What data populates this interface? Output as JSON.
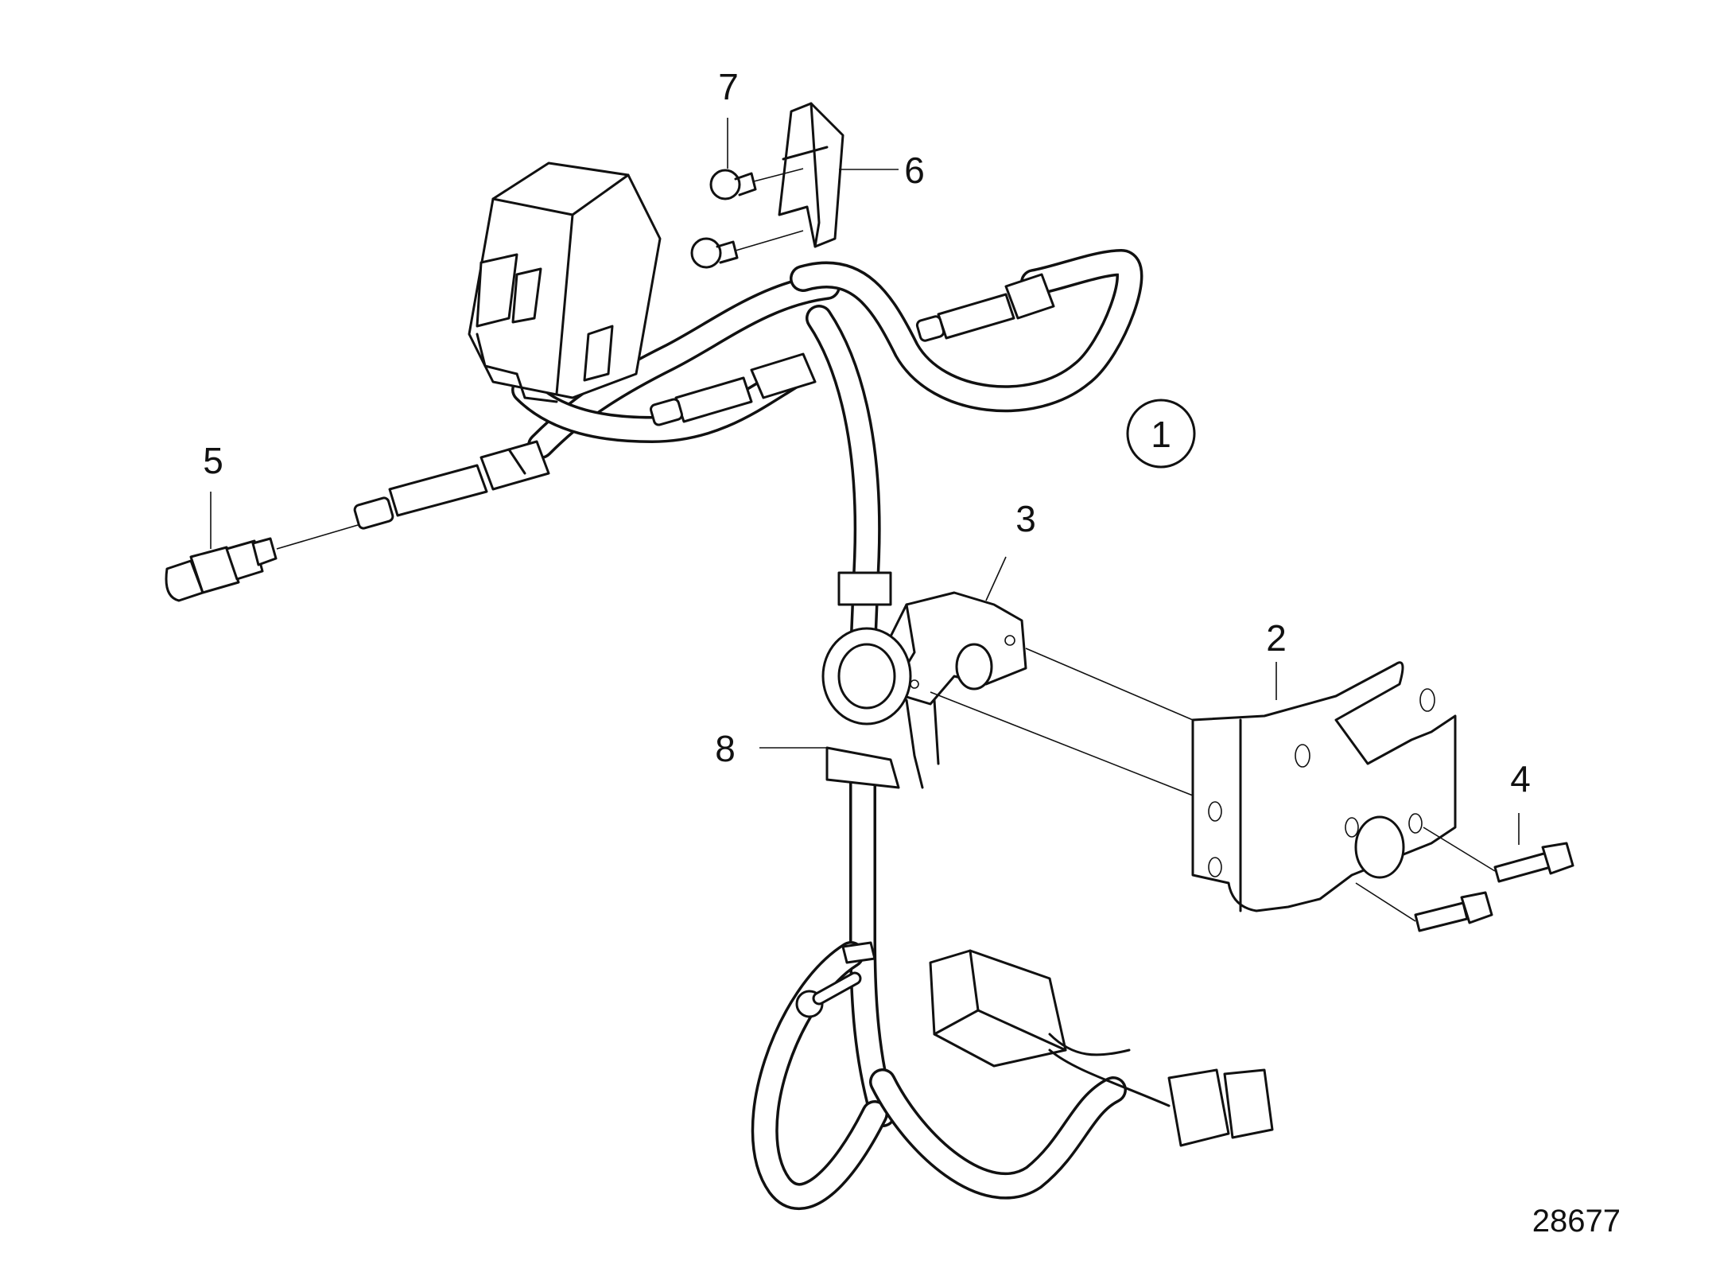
{
  "drawing": {
    "number": "28677",
    "assembly_marker": "1"
  },
  "callouts": [
    {
      "id": "2",
      "label": "2"
    },
    {
      "id": "3",
      "label": "3"
    },
    {
      "id": "4",
      "label": "4"
    },
    {
      "id": "5",
      "label": "5"
    },
    {
      "id": "6",
      "label": "6"
    },
    {
      "id": "7",
      "label": "7"
    },
    {
      "id": "8",
      "label": "8"
    }
  ]
}
